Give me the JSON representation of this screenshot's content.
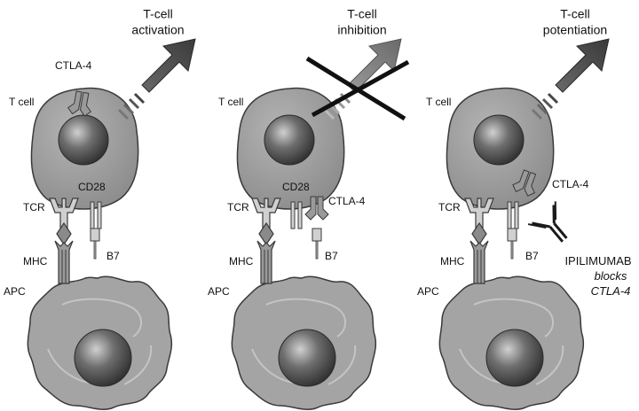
{
  "panels": [
    {
      "title_line1": "T-cell",
      "title_line2": "activation",
      "labels": {
        "ctla4_top": "CTLA-4",
        "tcell": "T cell",
        "cd28": "CD28",
        "tcr": "TCR",
        "mhc": "MHC",
        "b7": "B7",
        "apc": "APC"
      }
    },
    {
      "title_line1": "T-cell",
      "title_line2": "inhibition",
      "labels": {
        "tcell": "T cell",
        "cd28": "CD28",
        "ctla4": "CTLA-4",
        "tcr": "TCR",
        "mhc": "MHC",
        "b7": "B7",
        "apc": "APC"
      }
    },
    {
      "title_line1": "T-cell",
      "title_line2": "potentiation",
      "labels": {
        "tcell": "T cell",
        "ctla4": "CTLA-4",
        "tcr": "TCR",
        "mhc": "MHC",
        "b7": "B7",
        "apc": "APC"
      },
      "drug_name": "IPILIMUMAB",
      "drug_action_line1": "blocks",
      "drug_action_line2": "CTLA-4"
    }
  ],
  "colors": {
    "cell_fill": "#9a9a9a",
    "cell_stroke": "#3a3a3a",
    "nucleus_dark": "#3c3c3c",
    "nucleus_light": "#c8c8c8",
    "arrow_dark": "#3d3d3d",
    "arrow_light": "#7a7a7a",
    "cross": "#111111",
    "receptor_fill": "#cfcfcf"
  },
  "icons": {
    "activation_arrow": "arrow-up-right-icon",
    "inhibition_cross": "x-cross-icon",
    "antibody": "antibody-y-icon"
  }
}
